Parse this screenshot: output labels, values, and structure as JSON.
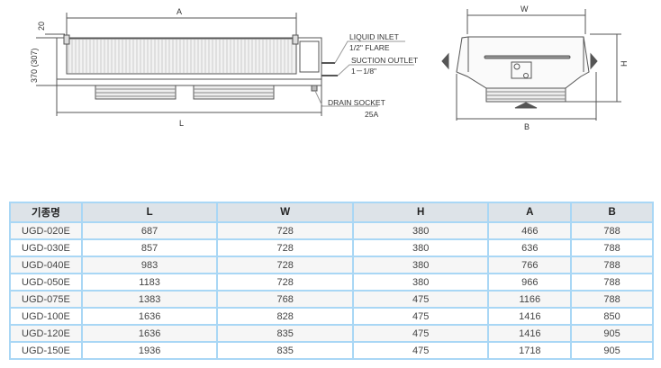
{
  "drawing": {
    "side_view": {
      "dim_A": "A",
      "dim_L": "L",
      "dim_20": "20",
      "dim_height": "370 (307)",
      "liquid_inlet": "LIQUID INLET",
      "liquid_inlet_size": "1/2\"  FLARE",
      "suction_outlet": "SUCTION OUTLET",
      "suction_outlet_size": "1－1/8\"",
      "drain_socket": "DRAIN SOCKET",
      "drain_socket_size": "25A"
    },
    "front_view": {
      "dim_W": "W",
      "dim_H": "H",
      "dim_B": "B"
    }
  },
  "table": {
    "headers": [
      "기종명",
      "L",
      "W",
      "H",
      "A",
      "B"
    ],
    "rows": [
      [
        "UGD-020E",
        "687",
        "728",
        "380",
        "466",
        "788"
      ],
      [
        "UGD-030E",
        "857",
        "728",
        "380",
        "636",
        "788"
      ],
      [
        "UGD-040E",
        "983",
        "728",
        "380",
        "766",
        "788"
      ],
      [
        "UGD-050E",
        "1183",
        "728",
        "380",
        "966",
        "788"
      ],
      [
        "UGD-075E",
        "1383",
        "768",
        "475",
        "1166",
        "788"
      ],
      [
        "UGD-100E",
        "1636",
        "828",
        "475",
        "1416",
        "850"
      ],
      [
        "UGD-120E",
        "1636",
        "835",
        "475",
        "1416",
        "905"
      ],
      [
        "UGD-150E",
        "1936",
        "835",
        "475",
        "1718",
        "905"
      ]
    ]
  }
}
